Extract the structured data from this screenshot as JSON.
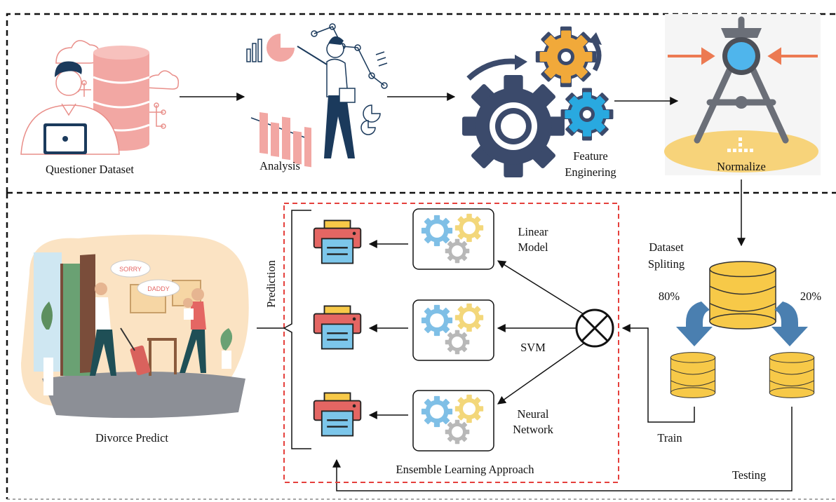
{
  "top_row": {
    "questioner_dataset": "Questioner Dataset",
    "analysis": "Analysis",
    "feature_engineering_1": "Feature",
    "feature_engineering_2": "Enginering",
    "normalize": "Normalize"
  },
  "split": {
    "label_1": "Dataset",
    "label_2": "Spliting",
    "train_pct": "80%",
    "test_pct": "20%",
    "train": "Train",
    "testing": "Testing"
  },
  "ensemble": {
    "title": "Ensemble Learning Approach",
    "prediction": "Prediction",
    "models": [
      {
        "line1": "Linear",
        "line2": "Model"
      },
      {
        "line1": "SVM",
        "line2": ""
      },
      {
        "line1": "Neural",
        "line2": "Network"
      }
    ]
  },
  "output": {
    "divorce_predict": "Divorce Predict",
    "speech_1": "SORRY",
    "speech_2": "DADDY"
  },
  "colors": {
    "gear_dark": "#3b4a6b",
    "gear_orange": "#f1a93a",
    "gear_blue": "#29a9e0",
    "db_pink": "#f2a7a3",
    "db_yellow": "#f7c948",
    "printer_red": "#e46663",
    "printer_blue": "#7cc6ea",
    "ensemble_border": "#e5403c"
  }
}
